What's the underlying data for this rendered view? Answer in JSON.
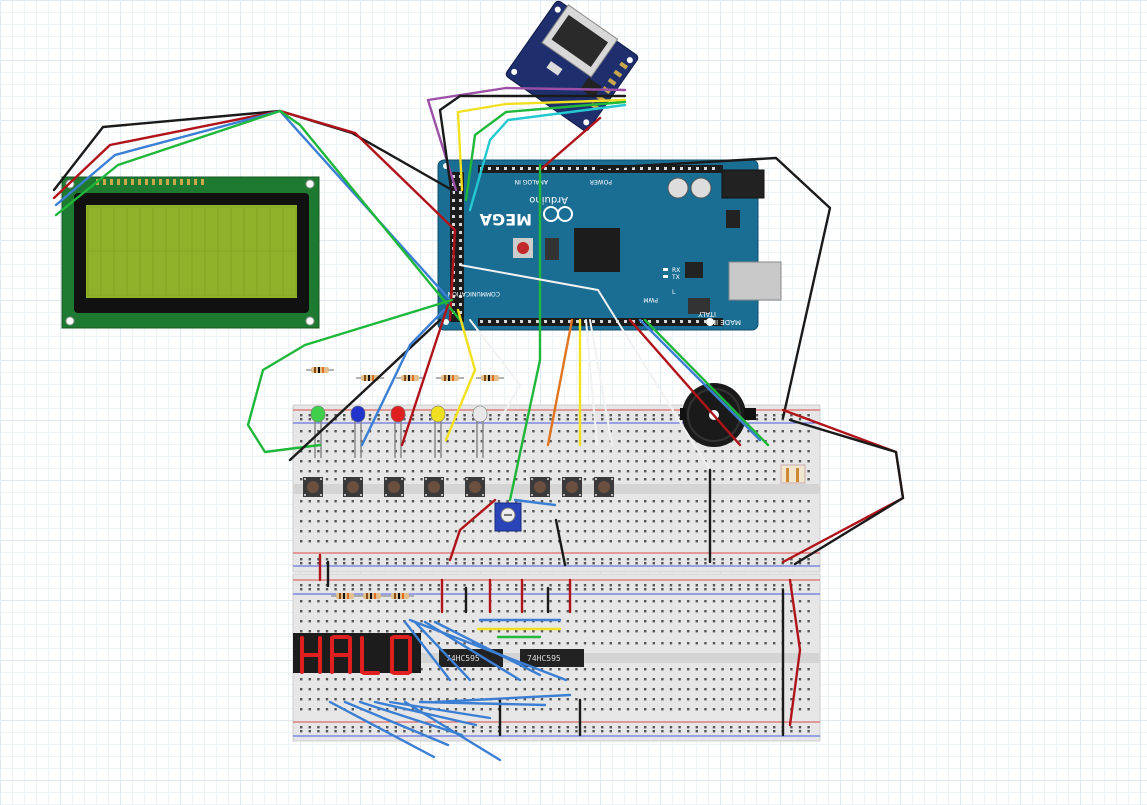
{
  "arduino": {
    "brand": "Arduino",
    "model": "MEGA",
    "made_in": "MADE IN",
    "country": "ITALY",
    "label_power": "POWER",
    "label_analog": "ANALOG IN",
    "label_communication": "COMMUNICATION",
    "label_pwm": "PWM",
    "label_tx": "TX",
    "label_rx": "RX",
    "label_l": "L"
  },
  "shift_registers": [
    {
      "label": "74HC595"
    },
    {
      "label": "74HC595"
    }
  ],
  "seven_segment": {
    "text": "HALO",
    "color": "#e02020"
  },
  "colors": {
    "board_blue": "#1a6e94",
    "lcd_green": "#8fb22a",
    "sd_navy": "#1f2f6e",
    "wire_red": "#b0141a",
    "wire_black": "#1a1a1a",
    "wire_green": "#1fb83a",
    "wire_blue": "#3b7fd4",
    "wire_yellow": "#f0e020"
  },
  "led_colors": [
    "green",
    "blue",
    "red",
    "yellow",
    "white"
  ]
}
